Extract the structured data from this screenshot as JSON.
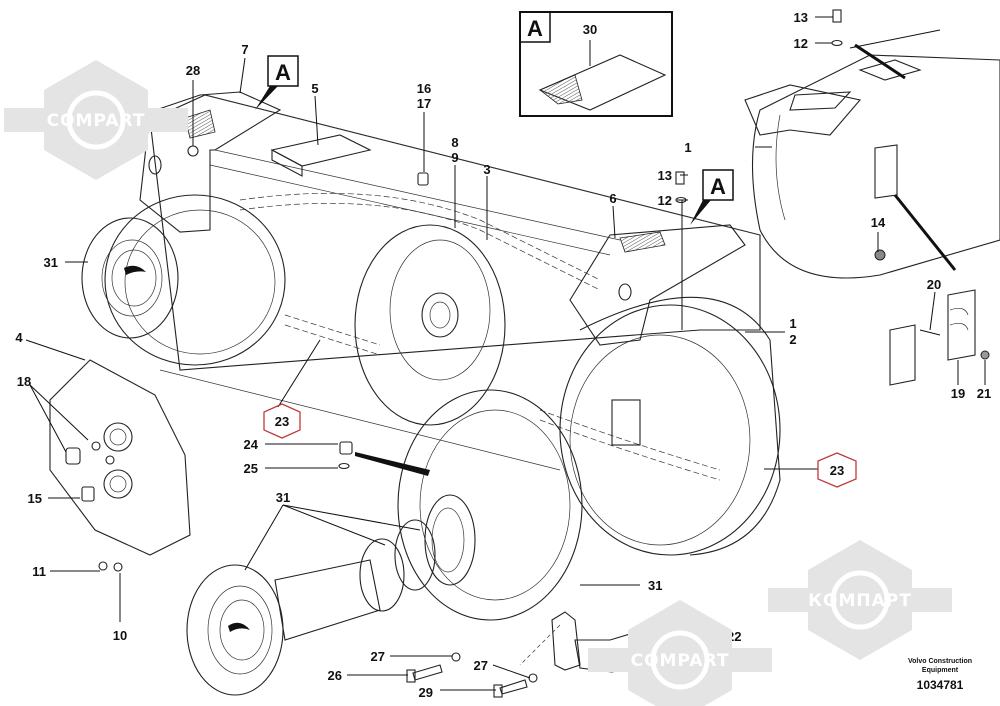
{
  "diagram": {
    "title": "Chain case / tandem drive exploded parts view",
    "publisher": "Volvo Construction Equipment",
    "drawing_number": "1034781",
    "watermark": {
      "text_latin": "COMPART",
      "text_cyrillic": "КОМПАРТ",
      "color": "#e4e4e4"
    },
    "detail_view": {
      "letter": "A",
      "part_label": "30"
    },
    "callouts": {
      "c1a": "1",
      "c1b": "1",
      "c2": "2",
      "c3": "3",
      "c4": "4",
      "c5": "5",
      "c6": "6",
      "c7": "7",
      "c8": "8",
      "c9": "9",
      "c10": "10",
      "c11": "11",
      "c12a": "12",
      "c12b": "12",
      "c13a": "13",
      "c13b": "13",
      "c14": "14",
      "c15": "15",
      "c16": "16",
      "c17": "17",
      "c18": "18",
      "c19": "19",
      "c20": "20",
      "c21": "21",
      "c22": "22",
      "c23a": "23",
      "c23b": "23",
      "c24": "24",
      "c25": "25",
      "c26": "26",
      "c27a": "27",
      "c27b": "27",
      "c28": "28",
      "c29": "29",
      "c31a": "31",
      "c31b": "31",
      "c31c": "31"
    },
    "reference_markers": {
      "a1": "A",
      "a2": "A"
    },
    "highlight_color": "#c0393b"
  }
}
